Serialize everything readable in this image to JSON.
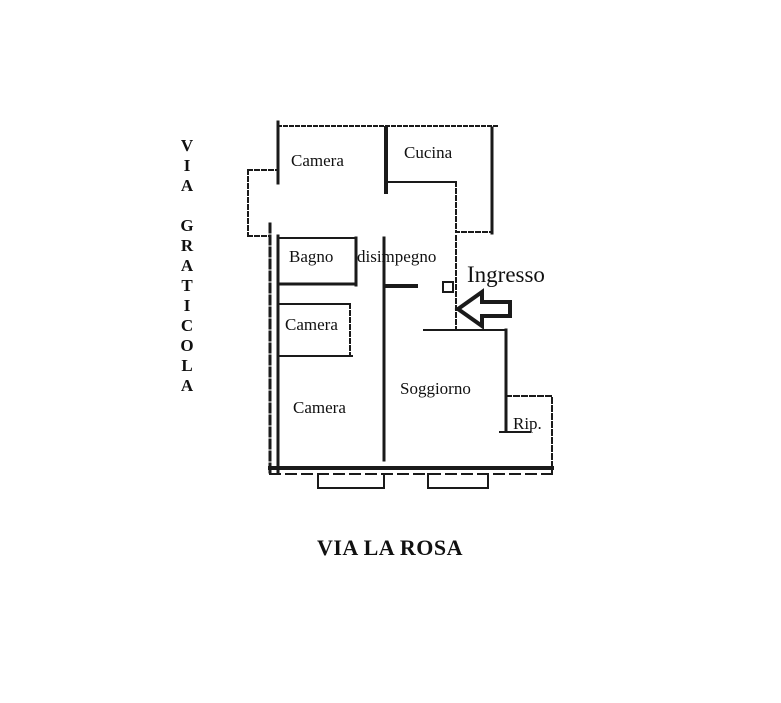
{
  "streets": {
    "left_street": "VIA GRATICOLA",
    "bottom_street": "VIA LA ROSA"
  },
  "rooms": {
    "camera_top": "Camera",
    "cucina": "Cucina",
    "bagno": "Bagno",
    "disimpegno": "disimpegno",
    "camera_middle": "Camera",
    "camera_bottom": "Camera",
    "soggiorno": "Soggiorno",
    "ripostiglio": "Rip."
  },
  "entrance": {
    "label": "Ingresso",
    "arrow_icon": "left-arrow-icon"
  },
  "colors": {
    "wall": "#1a1a1a",
    "background": "#ffffff"
  }
}
